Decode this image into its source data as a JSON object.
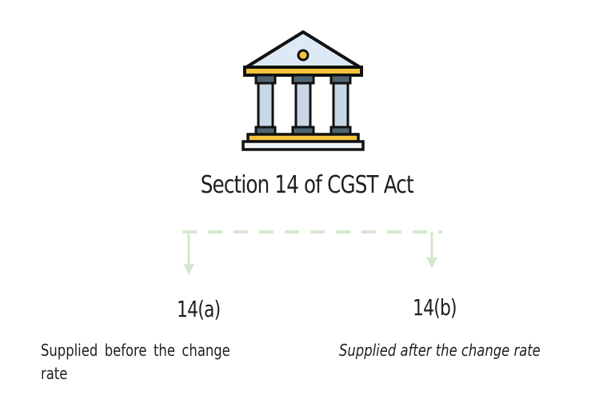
{
  "diagram": {
    "icon": "bank-building-icon",
    "title": "Section 14 of CGST Act",
    "branches": [
      {
        "label": "14(a)",
        "description": "Supplied  before the  change rate"
      },
      {
        "label": "14(b)",
        "description": "Supplied after the change rate"
      }
    ],
    "colors": {
      "connector": "#d5e8cf",
      "accent_gold": "#f5c43a",
      "roof_fill": "#dde9f5",
      "column_fill": "#c8d7e6",
      "column_cap": "#4f6672",
      "outline": "#111111",
      "text": "#1f1f1f"
    }
  }
}
